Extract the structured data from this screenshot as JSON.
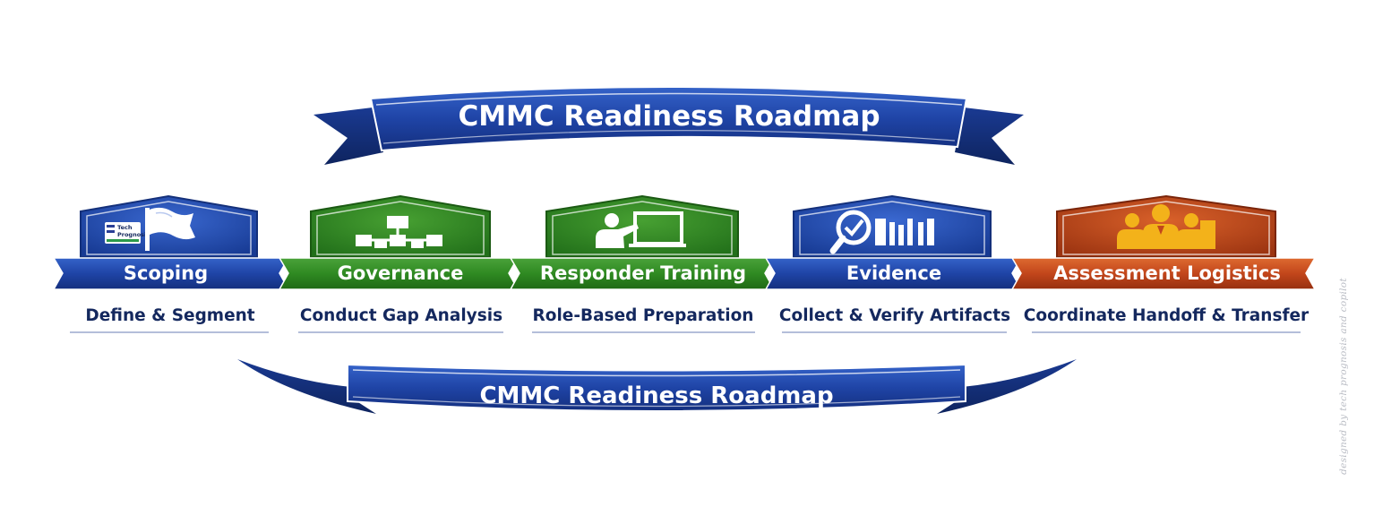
{
  "title_banner": {
    "text": "CMMC Readiness Roadmap"
  },
  "bottom_banner": {
    "text": "CMMC Readiness Roadmap"
  },
  "steps": [
    {
      "label": "Scoping",
      "subtitle": "Define & Segment",
      "color": "#1f44a6",
      "icon": "flag-icon",
      "badge_lines": [
        "Tech",
        "Prognosis"
      ]
    },
    {
      "label": "Governance",
      "subtitle": "Conduct Gap Analysis",
      "color": "#2f8a22",
      "icon": "org-chart-icon"
    },
    {
      "label": "Responder Training",
      "subtitle": "Role-Based Preparation",
      "color": "#2f8a22",
      "icon": "presenter-icon"
    },
    {
      "label": "Evidence",
      "subtitle": "Collect & Verify Artifacts",
      "color": "#1f44a6",
      "icon": "magnifier-check-icon"
    },
    {
      "label": "Assessment Logistics",
      "subtitle": "Coordinate Handoff & Transfer",
      "color": "#c2461b",
      "icon": "team-icon"
    }
  ],
  "colors": {
    "blue": "#1f44a6",
    "green": "#2f8a22",
    "orange": "#c2461b",
    "gold": "#f3b21a",
    "navy": "#14285e"
  },
  "signature": "designed by tech prognosis and copilot"
}
